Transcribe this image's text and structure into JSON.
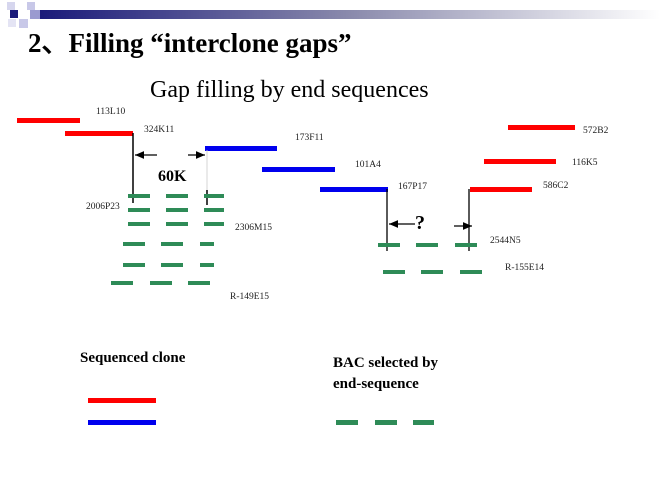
{
  "slide": {
    "title": "2、Filling “interclone gaps”",
    "subtitle": "Gap filling by end sequences"
  },
  "diagram": {
    "clones": {
      "c113L10": "113L10",
      "c324K11": "324K11",
      "c173F11": "173F11",
      "c101A4": "101A4",
      "c167P17": "167P17",
      "c572B2": "572B2",
      "c116K5": "116K5",
      "c586C2": "586C2"
    },
    "bacs": {
      "b2006P23": "2006P23",
      "b2306M15": "2306M15",
      "bR149E15": "R-149E15",
      "b2544N5": "2544N5",
      "bR155E14": "R-155E14"
    },
    "gap_left_label": "60K",
    "gap_right_label": "?"
  },
  "legend": {
    "sequenced_clone": "Sequenced clone",
    "bac_line1": "BAC selected by",
    "bac_line2": "end-sequence"
  },
  "colors": {
    "red": "#ff0000",
    "blue": "#0000ee",
    "green": "#2e8b57",
    "header": "#1a1a7a"
  }
}
